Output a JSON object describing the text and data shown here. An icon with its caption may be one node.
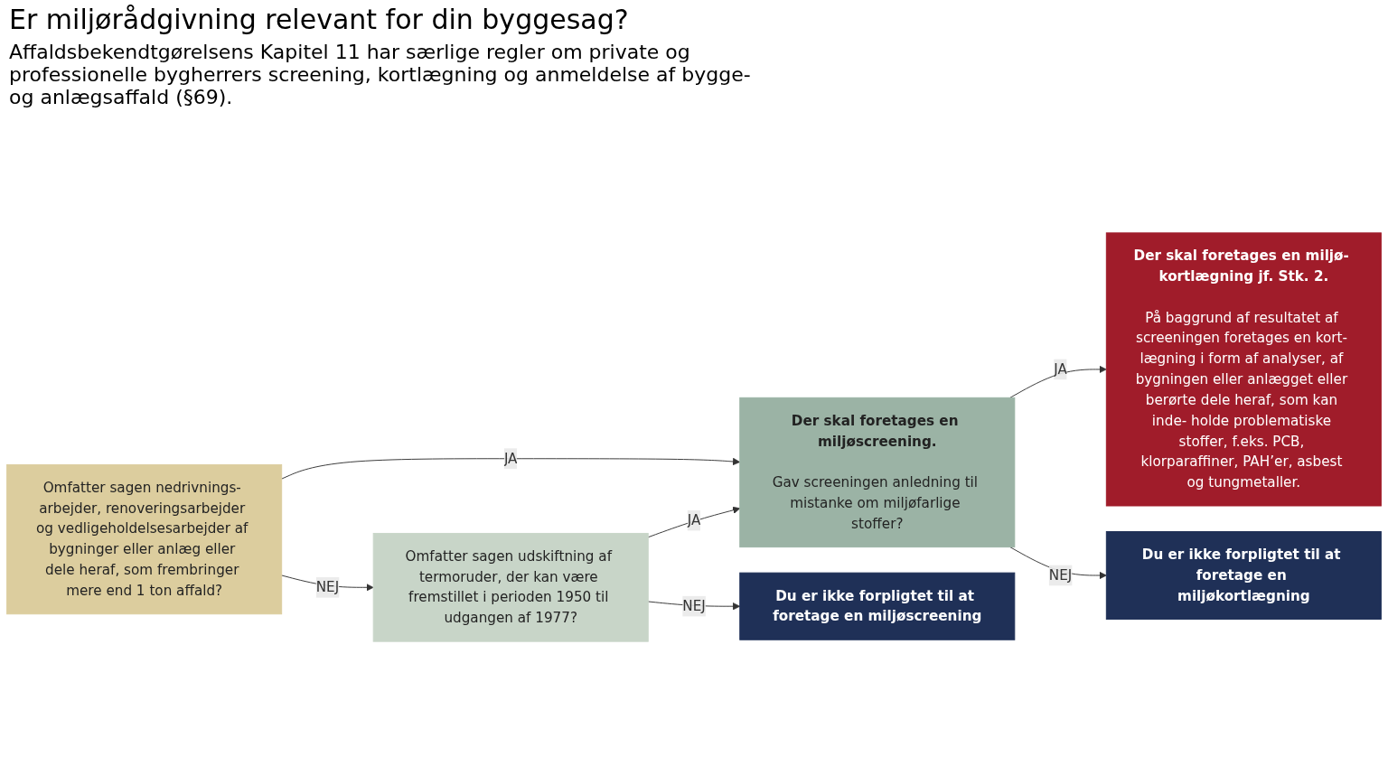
{
  "diagram": {
    "title": "Er miljørådgivning relevant for din byggesag?",
    "nodes": [
      {
        "text": [
          "Omfatter sagen nedrivnings- arbejder, renoveringsarbejder og vedligeholdelsesarbejder af bygninger eller anlæg eller dele heraf, som frembringer mere end 1 ton affald?"
        ]
      },
      {
        "text": [
          "Omfatter sagen udskiftning af termoruder, der kan være fremstillet i perioden 1950 til udgangen af 1977?"
        ]
      },
      {
        "text": [
          "Der skal foretages en miljøscreening.",
          "Gav screeningen anledning til mistanke om miljøfarlige stoffer?"
        ]
      },
      {
        "text": [
          "Du er ikke forpligtet til at foretage en miljøscreening"
        ]
      },
      {
        "text": [
          "Der skal foretages en miljø- kortlægning jf. Stk. 2.",
          "På baggrund af resultatet af screeningen foretages en kort- lægning i form af analyser, af bygningen eller anlægget eller berørte dele heraf, som kan inde- holde problematiske stoffer, f.eks. PCB, klorparaffiner, PAH’er, asbest og tungmetaller."
        ]
      },
      {
        "text": [
          "Du er ikke forpligtet til at foretage en miljøkortlægning"
        ]
      }
    ],
    "edges": [
      {
        "from": 0,
        "to": 1,
        "arrow": "to",
        "label": "NEJ"
      },
      {
        "from": 0,
        "to": 2,
        "arrow": "to",
        "label": "JA"
      },
      {
        "from": 1,
        "to": 3,
        "arrow": "to",
        "label": "NEJ"
      },
      {
        "from": 1,
        "to": 2,
        "arrow": "to",
        "label": "JA"
      },
      {
        "from": 2,
        "to": 4,
        "arrow": "to",
        "label": "JA"
      },
      {
        "from": 2,
        "to": 5,
        "arrow": "to",
        "label": "NEJ"
      }
    ],
    "labels": [
      "Affaldsbekendtgørelsens Kapitel 11 har særlige regler om private og professionelle bygherrers screening, kortlægning og anmeldelse af bygge- og anlægsaffald (§69)."
    ]
  }
}
